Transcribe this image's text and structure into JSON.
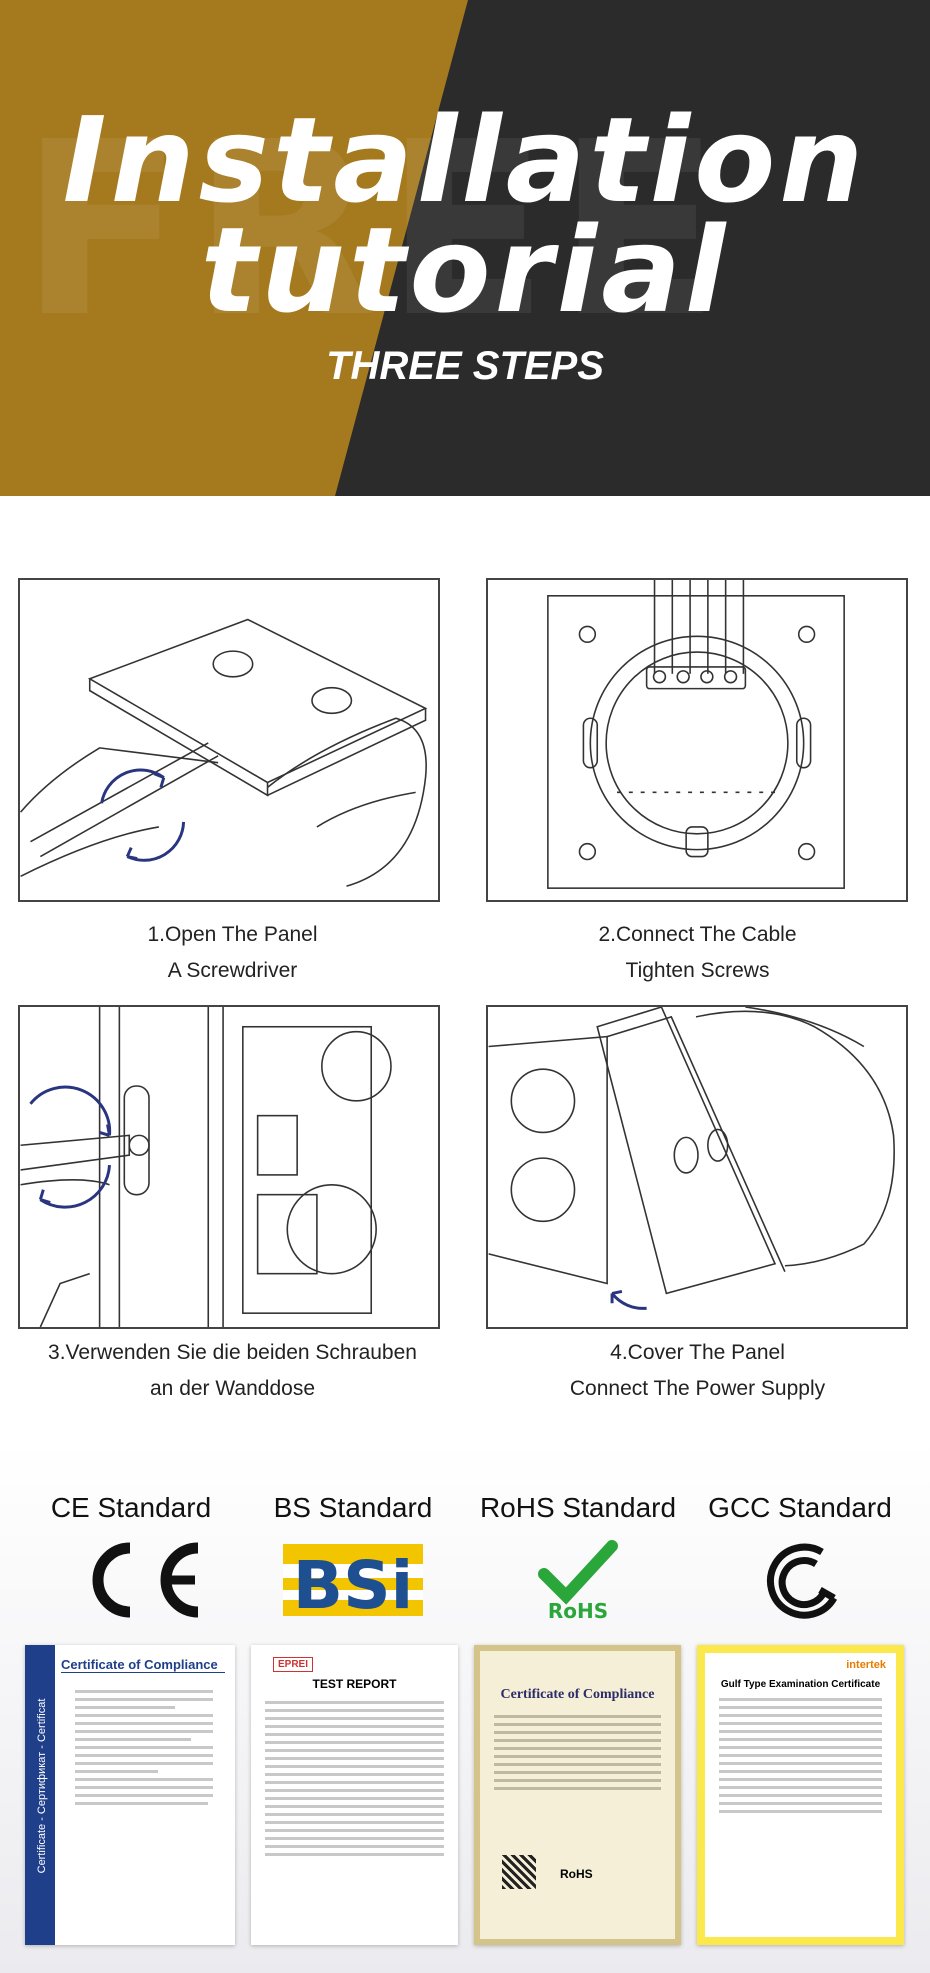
{
  "hero": {
    "title_line1": "Installation",
    "title_line2": "tutorial",
    "subtitle": "THREE STEPS",
    "ghost_text": "FREE"
  },
  "steps": [
    {
      "line1": "1.Open The Panel",
      "line2": "A Screwdriver"
    },
    {
      "line1": "2.Connect The Cable",
      "line2": "Tighten Screws"
    },
    {
      "line1": "3.Verwenden Sie die beiden Schrauben",
      "line2": "an der Wanddose"
    },
    {
      "line1": "4.Cover The Panel",
      "line2": "Connect The Power Supply"
    }
  ],
  "standards": [
    {
      "label": "CE Standard"
    },
    {
      "label": "BS Standard",
      "logo_text": "BSi"
    },
    {
      "label": "RoHS Standard",
      "logo_text": "RoHS"
    },
    {
      "label": "GCC Standard"
    }
  ],
  "certificates": {
    "ce": {
      "title": "Certificate of Compliance",
      "side_text": "Certificate - Сертификат - Certificat"
    },
    "bs": {
      "title": "TEST REPORT",
      "badge": "EPREI"
    },
    "rohs": {
      "title": "Certificate of Compliance",
      "seal": "RoHS"
    },
    "gcc": {
      "title": "Gulf Type Examination Certificate",
      "brand": "intertek"
    }
  },
  "colors": {
    "gold": "#a57a1f",
    "dark": "#2b2b2b",
    "bsi_blue": "#1d4f91",
    "bsi_yellow": "#f3c400",
    "rohs_green": "#2aa63a"
  }
}
